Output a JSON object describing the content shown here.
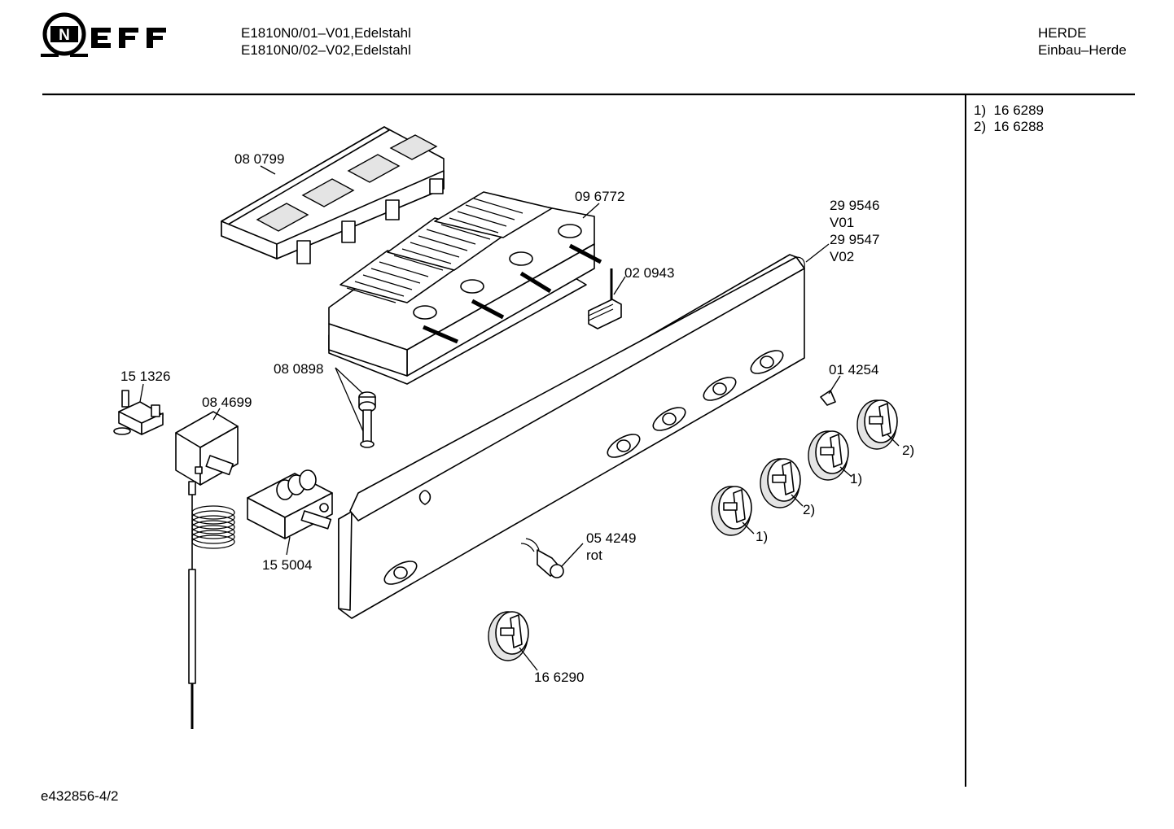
{
  "header": {
    "brand": "NEFF",
    "model_lines": [
      "E1810N0/01–V01,Edelstahl",
      "E1810N0/02–V02,Edelstahl"
    ],
    "category": "HERDE",
    "subcategory": "Einbau–Herde"
  },
  "footnotes": [
    "1)  16 6289",
    "2)  16 6288"
  ],
  "footer": {
    "doc_id": "e432856-4/2"
  },
  "labels": {
    "p080799": "08 0799",
    "p096772": "09 6772",
    "p299546": "29 9546",
    "v01": "V01",
    "p299547": "29 9547",
    "v02": "V02",
    "p020943": "02 0943",
    "p151326": "15 1326",
    "p080898": "08 0898",
    "p084699": "08 4699",
    "p014254": "01 4254",
    "p155004": "15 5004",
    "p054249": "05 4249",
    "rot": "rot",
    "p166290": "16 6290",
    "knob1a": "1)",
    "knob2a": "2)",
    "knob1b": "1)",
    "knob2b": "2)"
  }
}
